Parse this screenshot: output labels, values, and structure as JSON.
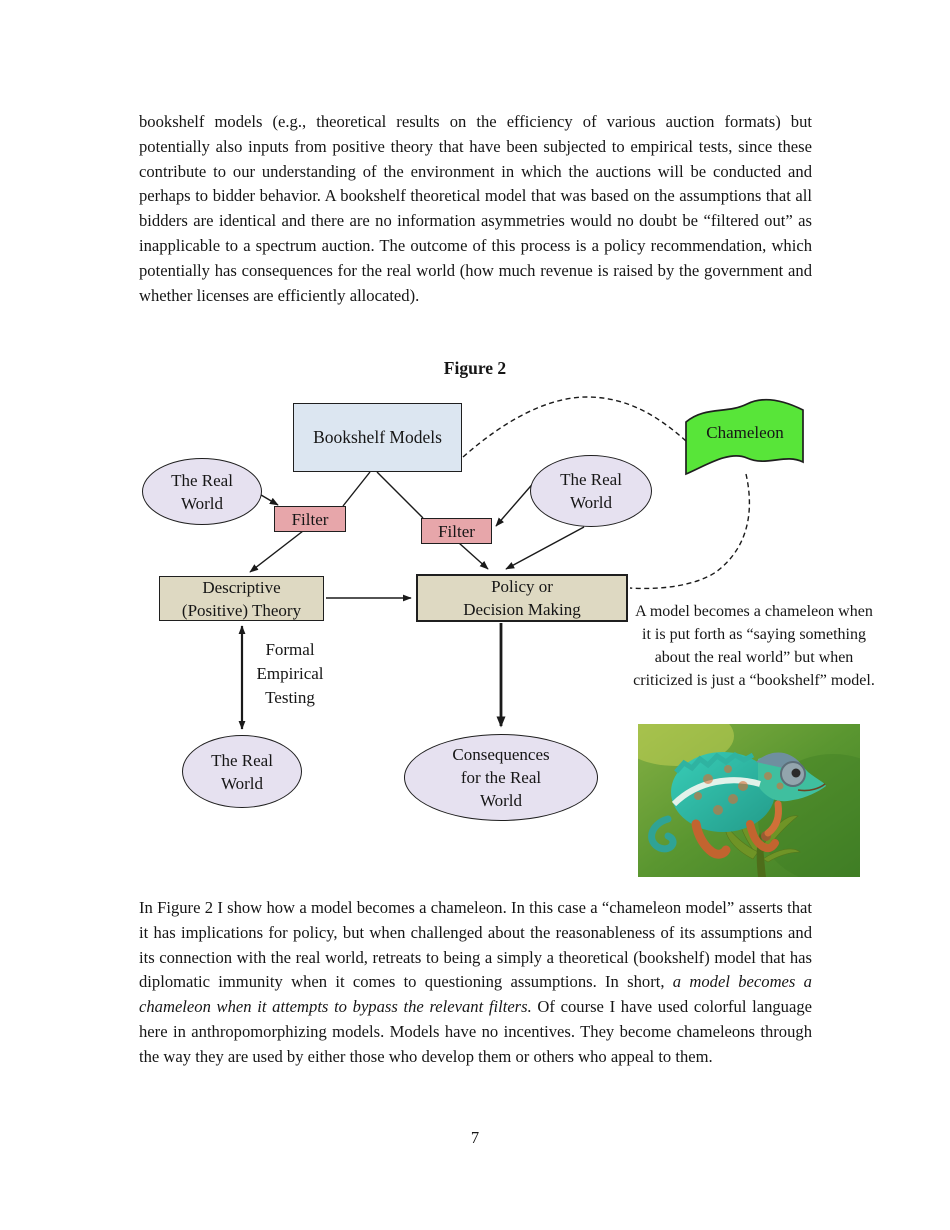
{
  "document": {
    "top_paragraph": "bookshelf models (e.g., theoretical results on the efficiency of various auction formats) but potentially also inputs from positive theory that have been subjected to empirical tests, since these contribute to our understanding of the environment in which the auctions will be conducted and perhaps to bidder behavior. A bookshelf theoretical model that was based on the assumptions that all bidders are identical and there are no information asymmetries would no doubt be “filtered out” as inapplicable to a spectrum auction. The outcome of this process is a policy recommendation, which potentially has consequences for the real world (how much revenue is raised by the government and whether licenses are efficiently allocated).",
    "figure_title": "Figure 2",
    "bottom_paragraph": {
      "part1": "In Figure 2 I show how a model becomes a chameleon.  In this case a “chameleon model” asserts that it has implications for policy, but when challenged about the reasonableness of its assumptions and its connection with the real world, retreats to being a simply a theoretical (bookshelf) model that has diplomatic immunity when it comes to questioning assumptions. In short, ",
      "italic": "a model becomes a chameleon when it attempts to bypass the relevant filters.",
      "part2": " Of course I have used colorful language here in anthropomorphizing models. Models have no incentives. They become chameleons through the way they are used by either those who develop them or others who appeal to them."
    },
    "page_number": "7"
  },
  "diagram": {
    "bookshelf_label": "Bookshelf Models",
    "chameleon_label": "Chameleon",
    "filter_label": "Filter",
    "real_world": {
      "line1": "The Real",
      "line2": "World"
    },
    "descriptive": {
      "line1": "Descriptive",
      "line2": "(Positive) Theory"
    },
    "policy": {
      "line1": "Policy or",
      "line2": "Decision Making"
    },
    "formal_testing": {
      "line1": "Formal",
      "line2": "Empirical",
      "line3": "Testing"
    },
    "consequences": {
      "line1": "Consequences",
      "line2": "for the Real",
      "line3": "World"
    },
    "note": "A model becomes a chameleon when it is put forth as “saying something about the real world” but when criticized is just a “bookshelf” model.",
    "colors": {
      "bookshelf_fill": "#dce6f1",
      "filter_fill": "#e7a6aa",
      "theory_fill": "#ded9c2",
      "oval_fill": "#e6e1f0",
      "flag_fill": "#58e539"
    }
  }
}
